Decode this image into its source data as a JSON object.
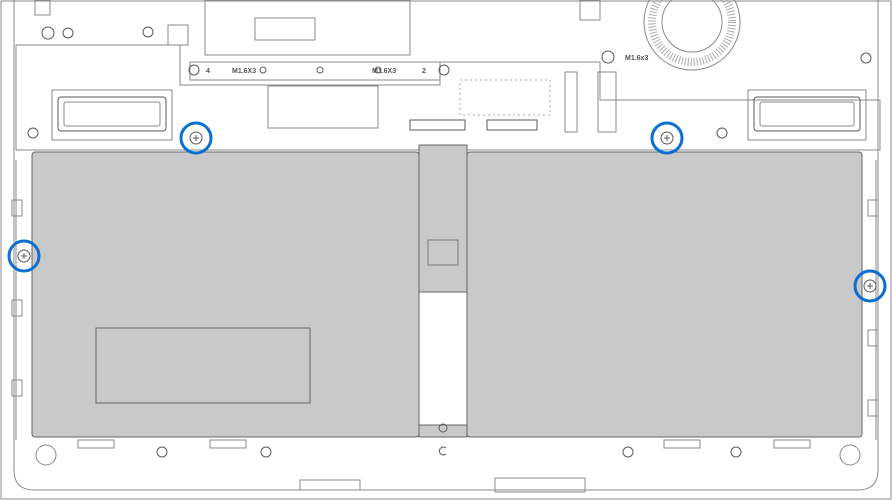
{
  "diagram": {
    "labels": {
      "screw_left_number": "4",
      "screw_left_size": "M1.6X3",
      "screw_right_size": "M1.6X3",
      "screw_right_number": "2",
      "fan_screw_size": "M1.6x3"
    },
    "colors": {
      "callout": "#0a6fd0",
      "battery_fill": "#c9c9c9",
      "line": "#8a8a8a",
      "background": "#ffffff"
    },
    "callouts": [
      {
        "name": "battery-screw-top-left"
      },
      {
        "name": "battery-screw-top-right"
      },
      {
        "name": "battery-screw-left"
      },
      {
        "name": "battery-screw-right"
      }
    ]
  }
}
